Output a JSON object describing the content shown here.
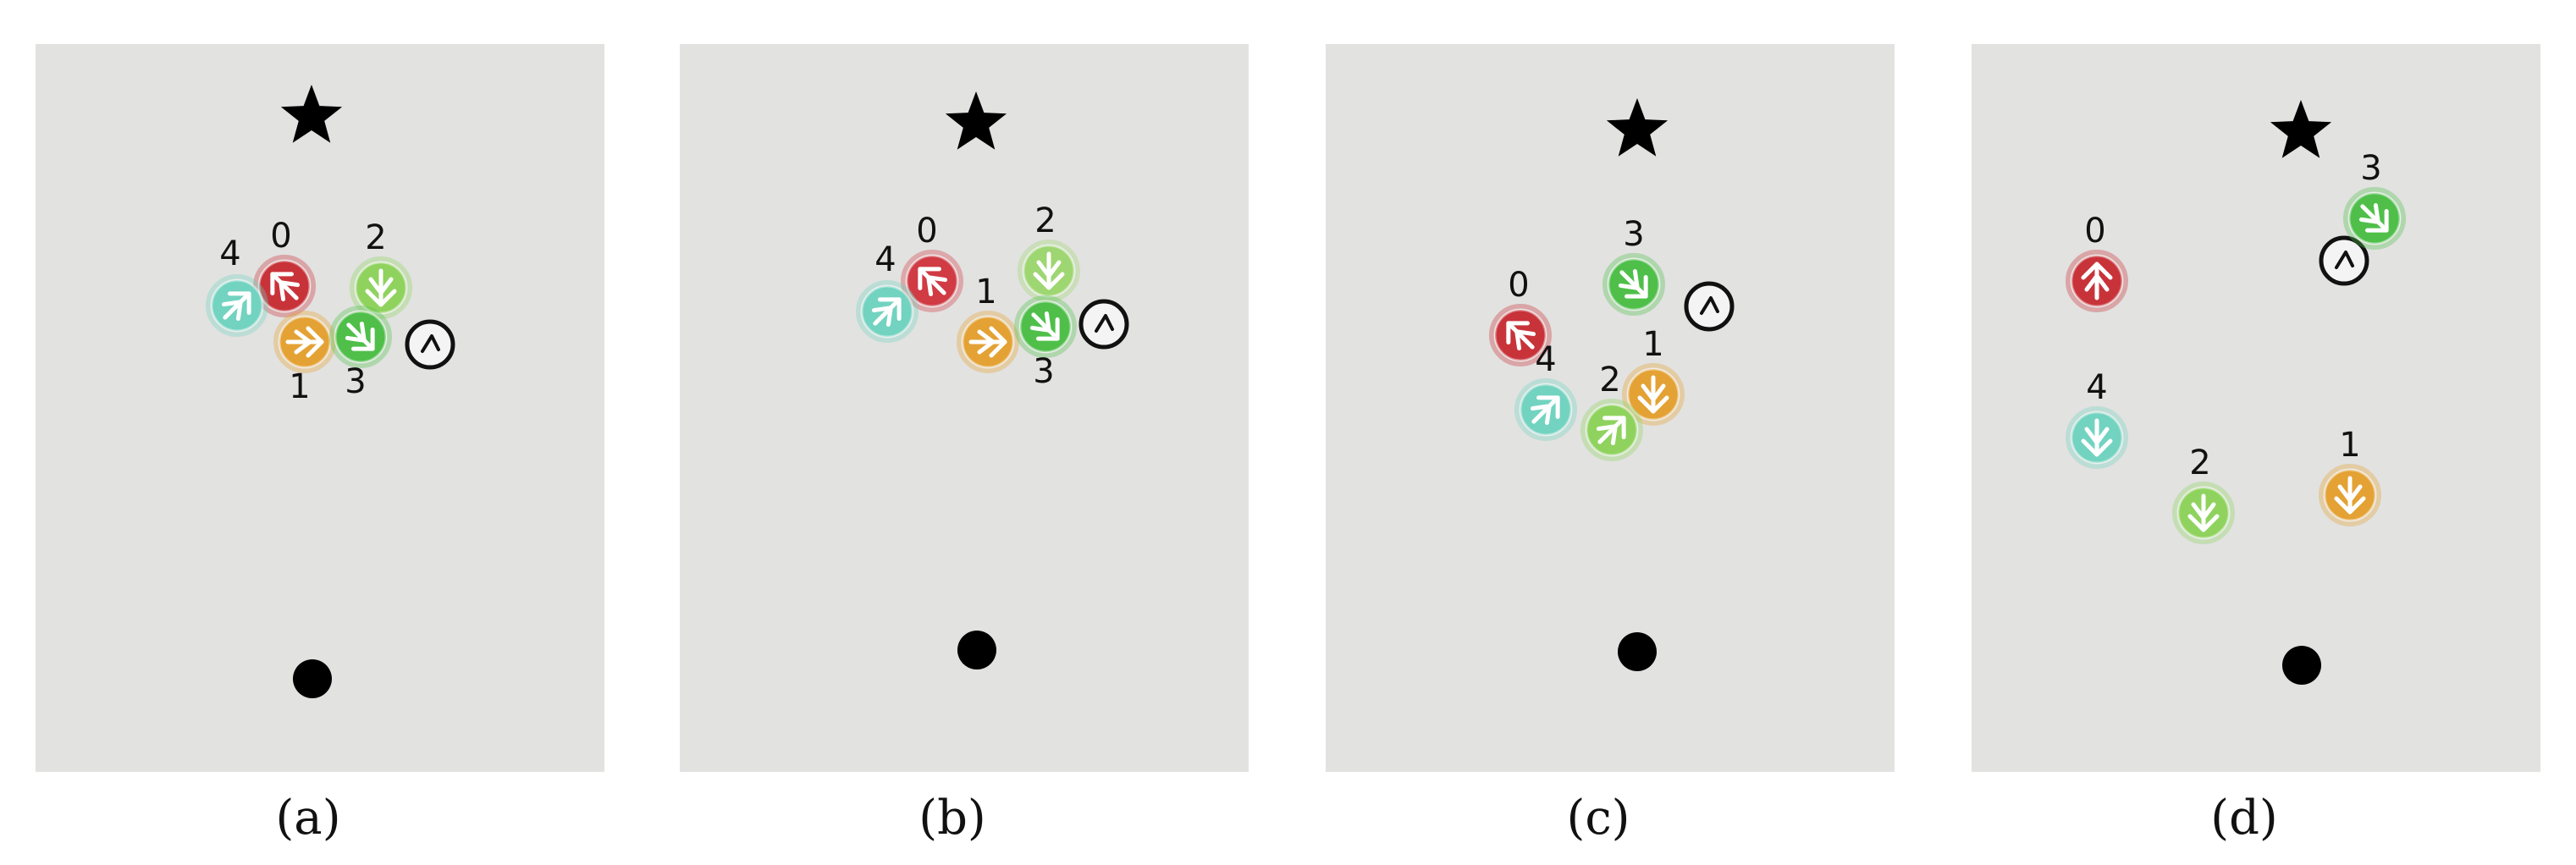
{
  "colors": {
    "panel_background": "#e2e2e1",
    "agent_0": "#c8333a",
    "agent_1": "#e4a234",
    "agent_2": "#8fd35e",
    "agent_3": "#4fbf4a",
    "agent_4": "#72d3c0",
    "target_marker": "#111111"
  },
  "icons": {
    "goal": "star-icon",
    "start": "dot-icon",
    "agent": "arrow-circle-icon",
    "target": "chevron-circle-icon"
  },
  "panels": [
    {
      "caption": "(a)",
      "agents": [
        {
          "id": "0",
          "color": "#c8333a"
        },
        {
          "id": "1",
          "color": "#e4a234"
        },
        {
          "id": "2",
          "color": "#8fd35e"
        },
        {
          "id": "3",
          "color": "#4fbf4a"
        },
        {
          "id": "4",
          "color": "#72d3c0"
        }
      ]
    },
    {
      "caption": "(b)",
      "agents": [
        {
          "id": "0",
          "color": "#d03b44"
        },
        {
          "id": "1",
          "color": "#e4a234"
        },
        {
          "id": "2",
          "color": "#9ed672"
        },
        {
          "id": "3",
          "color": "#4fbf4a"
        },
        {
          "id": "4",
          "color": "#72d3c0"
        }
      ]
    },
    {
      "caption": "(c)",
      "agents": [
        {
          "id": "0",
          "color": "#c8333a"
        },
        {
          "id": "1",
          "color": "#e4a234"
        },
        {
          "id": "2",
          "color": "#8fd35e"
        },
        {
          "id": "3",
          "color": "#4fbf4a"
        },
        {
          "id": "4",
          "color": "#72d3c0"
        }
      ]
    },
    {
      "caption": "(d)",
      "agents": [
        {
          "id": "0",
          "color": "#c8333a"
        },
        {
          "id": "1",
          "color": "#e4a234"
        },
        {
          "id": "2",
          "color": "#8fd35e"
        },
        {
          "id": "3",
          "color": "#4fbf4a"
        },
        {
          "id": "4",
          "color": "#72d3c0"
        }
      ]
    }
  ]
}
